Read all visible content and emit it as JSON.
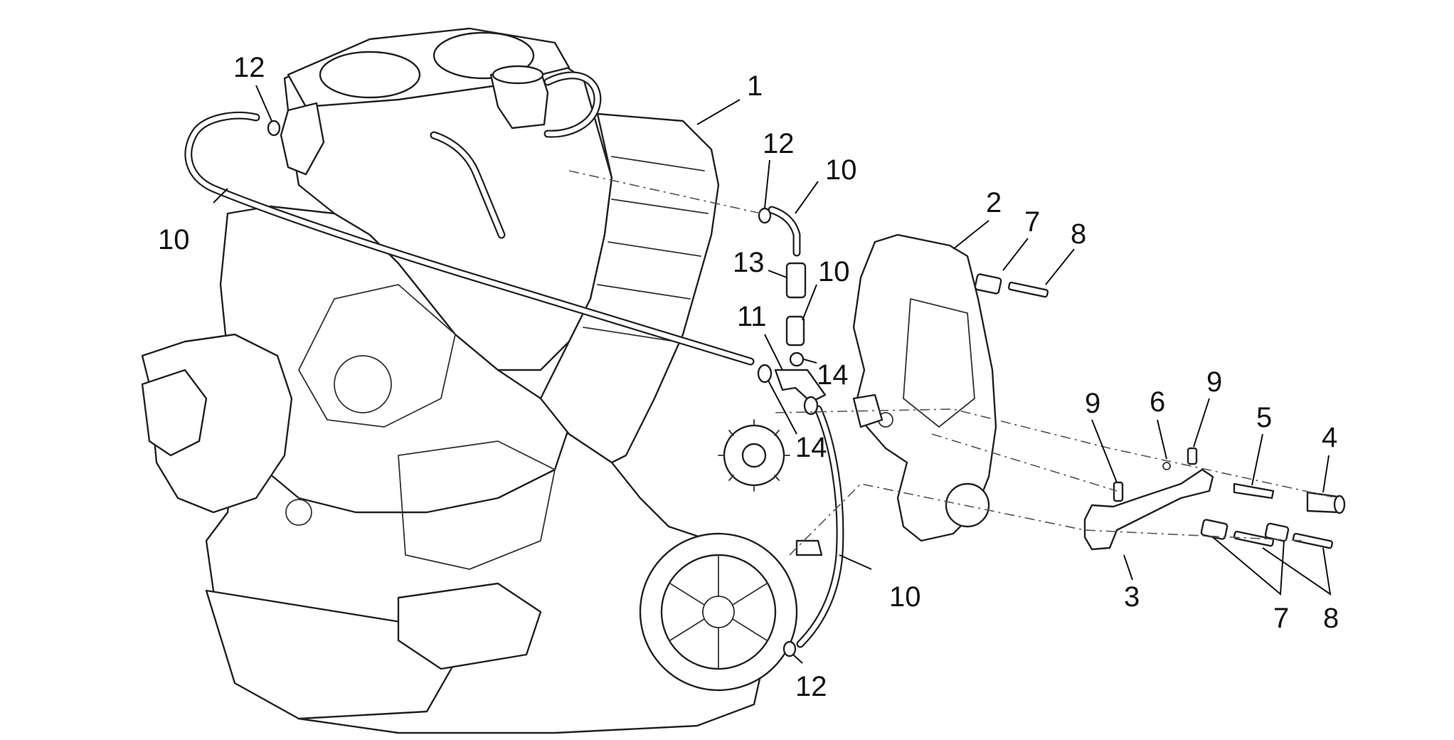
{
  "diagram": {
    "callouts": [
      {
        "id": "c1",
        "label": "1"
      },
      {
        "id": "c2",
        "label": "2"
      },
      {
        "id": "c3",
        "label": "3"
      },
      {
        "id": "c4",
        "label": "4"
      },
      {
        "id": "c5",
        "label": "5"
      },
      {
        "id": "c6",
        "label": "6"
      },
      {
        "id": "c7a",
        "label": "7"
      },
      {
        "id": "c7b",
        "label": "7"
      },
      {
        "id": "c8a",
        "label": "8"
      },
      {
        "id": "c8b",
        "label": "8"
      },
      {
        "id": "c9a",
        "label": "9"
      },
      {
        "id": "c9b",
        "label": "9"
      },
      {
        "id": "c10a",
        "label": "10"
      },
      {
        "id": "c10b",
        "label": "10"
      },
      {
        "id": "c10c",
        "label": "10"
      },
      {
        "id": "c10d",
        "label": "10"
      },
      {
        "id": "c11",
        "label": "11"
      },
      {
        "id": "c12a",
        "label": "12"
      },
      {
        "id": "c12b",
        "label": "12"
      },
      {
        "id": "c12c",
        "label": "12"
      },
      {
        "id": "c13",
        "label": "13"
      },
      {
        "id": "c14a",
        "label": "14"
      },
      {
        "id": "c14b",
        "label": "14"
      }
    ]
  }
}
